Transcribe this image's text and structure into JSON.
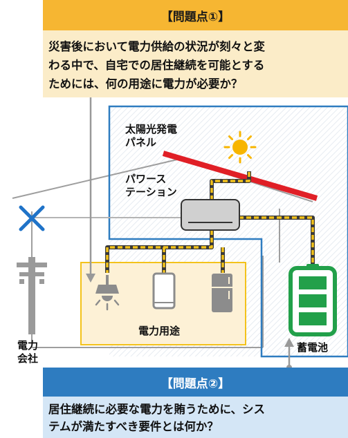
{
  "problem1": {
    "heading": "【問題点①】",
    "line1": "災害後において電力供給の状況が刻々と変",
    "line2": "わる中で、自宅での居住継続を可能とする",
    "line3": "ためには、何の用途に電力が必要か？"
  },
  "problem2": {
    "heading": "【問題点②】",
    "line1": "居住継続に必要な電力を賄うために、シス",
    "line2": "テムが満たすべき要件とは何か？"
  },
  "labels": {
    "solar_line1": "太陽光発電",
    "solar_line2": "パネル",
    "pcs_line1": "パワース",
    "pcs_line2": "テーション",
    "usage": "電力用途",
    "company_line1": "電力",
    "company_line2": "会社",
    "battery": "蓄電池"
  },
  "colors": {
    "problem1_accent": "#f6b632",
    "problem2_accent": "#2e7cc0",
    "panel_red": "#e01f26",
    "wire_yellow": "#f3c21a",
    "battery_green": "#22a04a",
    "cross_blue": "#1f73c8"
  },
  "icons": [
    "sun-icon",
    "ceiling-light-icon",
    "smartphone-icon",
    "refrigerator-icon",
    "battery-icon",
    "utility-pole-icon",
    "disconnect-cross-icon"
  ]
}
